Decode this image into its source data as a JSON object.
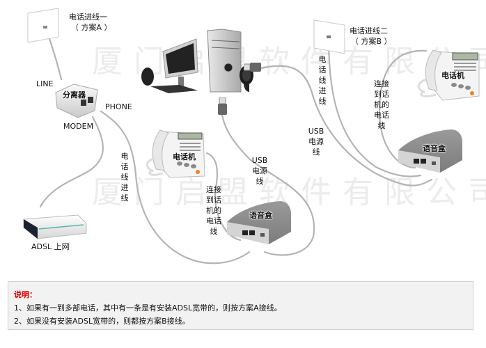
{
  "watermark": "厦门启盟软件有限公司",
  "devices": {
    "wall_plate_a": {
      "label_line1": "电话进线一",
      "label_line2": "（ 方案A ）"
    },
    "wall_plate_b": {
      "label_line1": "电话进线二",
      "label_line2": "（ 方案B ）"
    },
    "splitter": {
      "label": "分离器",
      "port_line": "LINE",
      "port_phone": "PHONE",
      "port_modem": "MODEM"
    },
    "modem": {
      "label": "ADSL 上网"
    },
    "phone_a": {
      "label": "电话机"
    },
    "phone_b": {
      "label": "电话机"
    },
    "voicebox_a": {
      "label": "语音盒"
    },
    "voicebox_b": {
      "label": "语音盒"
    },
    "computer": {
      "label": ""
    }
  },
  "cables": {
    "phone_line_in_a": "电话线进线",
    "phone_line_in_b": "电话线进线",
    "usb_power_a": [
      "USB",
      "电源",
      "线"
    ],
    "usb_power_b": [
      "USB",
      "电源",
      "线"
    ],
    "phone_connect_a": [
      "连接",
      "到话",
      "机的",
      "电话",
      "线"
    ],
    "phone_connect_b": [
      "连接",
      "到话",
      "机的",
      "电话",
      "线"
    ]
  },
  "notes": {
    "title": "说明：",
    "items": [
      "1、如果有一到多部电话，其中有一条是有安装ADSL宽带的，则按方案A接线。",
      "2、如果没有安装ADSL宽带的，则都按方案B接线。"
    ]
  },
  "colors": {
    "cable": "#b4b4b4",
    "notes_title": "#e00000",
    "notes_bg": "#f2f2f2",
    "notes_border": "#cfcfcf"
  }
}
